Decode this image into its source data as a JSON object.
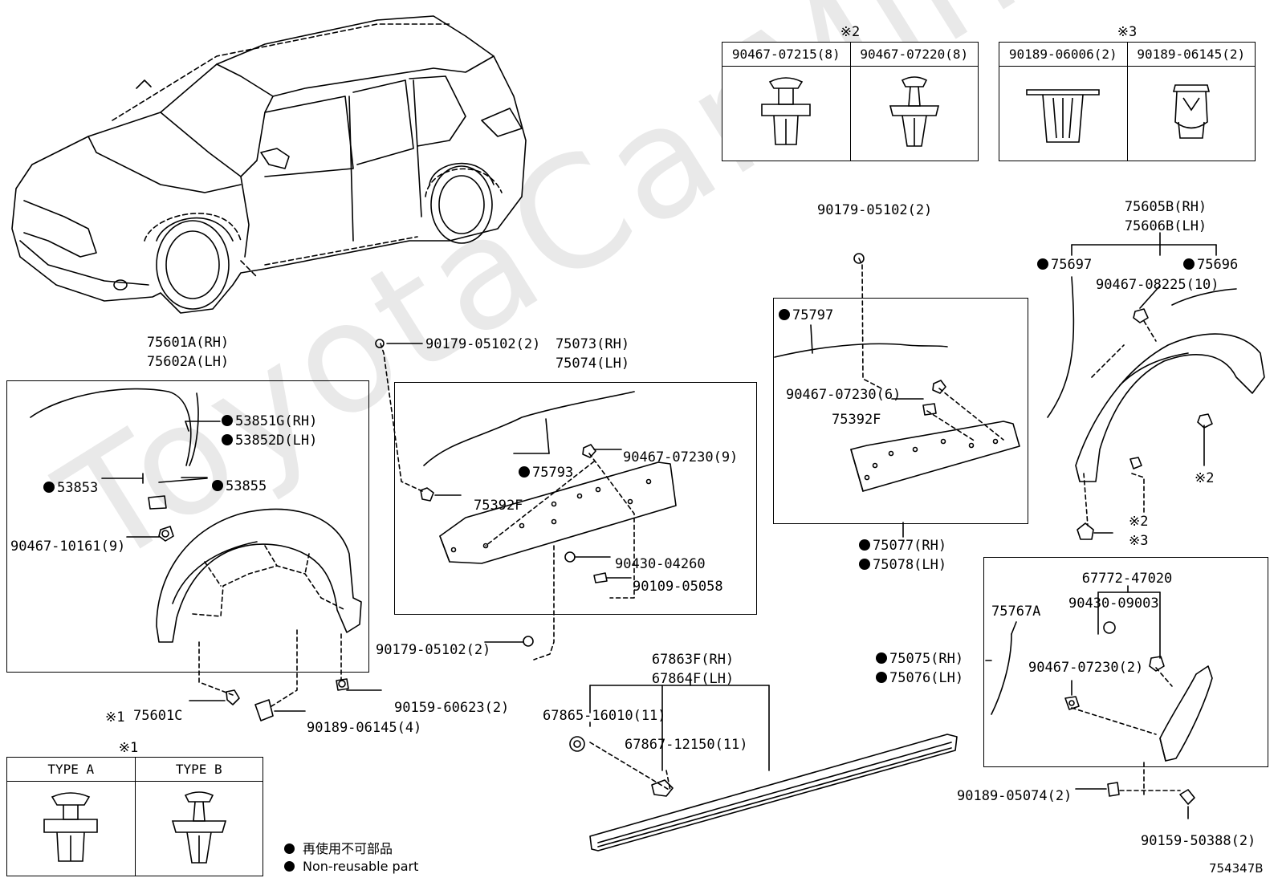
{
  "watermark": "ToyotaCarMine.ru",
  "tables": {
    "t2": {
      "mark": "※2",
      "c1": "90467-07215(8)",
      "c2": "90467-07220(8)"
    },
    "t3": {
      "mark": "※3",
      "c1": "90189-06006(2)",
      "c2": "90189-06145(2)"
    },
    "t1": {
      "mark": "※1",
      "c1": "TYPE A",
      "c2": "TYPE B"
    }
  },
  "labels": {
    "p75601a": "75601A(RH)",
    "p75602a": "75602A(LH)",
    "p53851g": "53851G(RH)",
    "p53852d": "53852D(LH)",
    "p53853": "53853",
    "p53855": "53855",
    "p90467_10161": "90467-10161(9)",
    "m1": "※1",
    "p75601c": "75601C",
    "p90189_06145": "90189-06145(4)",
    "p90159_60623": "90159-60623(2)",
    "p90179_a": "90179-05102(2)",
    "p75073": "75073(RH)",
    "p75074": "75074(LH)",
    "p90467_07230_a": "90467-07230(9)",
    "p75793": "75793",
    "p75392f_a": "75392F",
    "p90430_04260": "90430-04260",
    "p90109_05058": "90109-05058",
    "p90179_b": "90179-05102(2)",
    "p90179_c": "90179-05102(2)",
    "p75797": "75797",
    "p90467_07230_b": "90467-07230(6)",
    "p75392f_b": "75392F",
    "p75077": "75077(RH)",
    "p75078": "75078(LH)",
    "p75605b": "75605B(RH)",
    "p75606b": "75606B(LH)",
    "p75697": "75697",
    "p75696": "75696",
    "p90467_08225": "90467-08225(10)",
    "m2a": "※2",
    "m2b": "※2",
    "m3": "※3",
    "p67863f": "67863F(RH)",
    "p67864f": "67864F(LH)",
    "p67865": "67865-16010(11)",
    "p67867": "67867-12150(11)",
    "p67772": "67772-47020",
    "p90430_09003": "90430-09003",
    "p75767a": "75767A",
    "p90467_07230_c": "90467-07230(2)",
    "p75075": "75075(RH)",
    "p75076": "75076(LH)",
    "p90189_05074": "90189-05074(2)",
    "p90159_50388": "90159-50388(2)"
  },
  "legend": {
    "jp": "再使用不可部品",
    "en": "Non-reusable part"
  },
  "ref_code": "754347B"
}
